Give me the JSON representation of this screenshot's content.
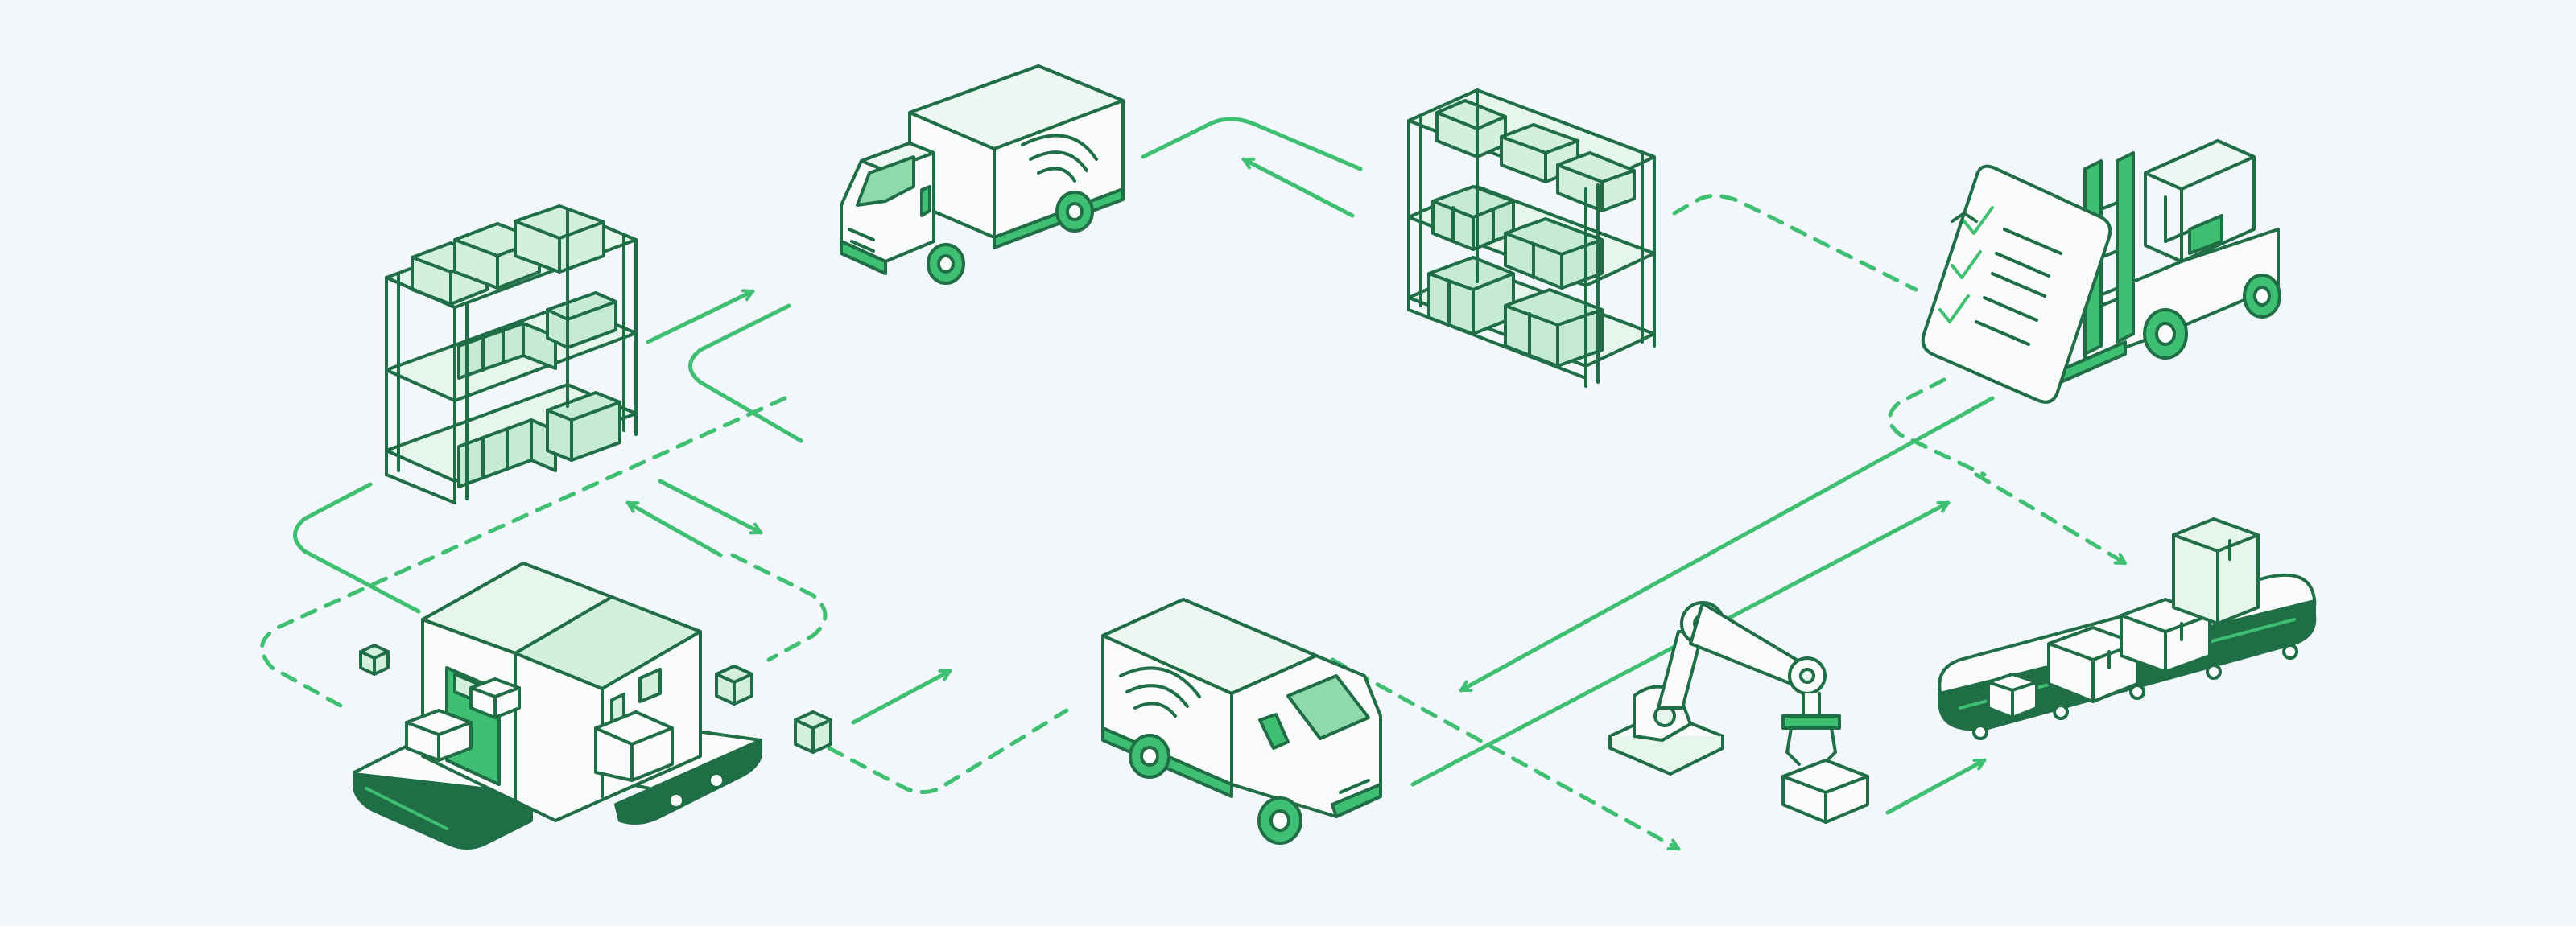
{
  "theme": {
    "background": "#f2f7fb",
    "stroke": "#1f6e46",
    "accent": "#3fbf72",
    "fill_light": "#e6f6ec",
    "fill_mid": "#c6ebd4",
    "fill_white": "#f9fcfa"
  },
  "nodes": [
    {
      "id": "storage-rack-left",
      "icon": "shelving-rack-icon"
    },
    {
      "id": "warehouse-building",
      "icon": "warehouse-icon"
    },
    {
      "id": "delivery-truck-top",
      "icon": "truck-wifi-icon"
    },
    {
      "id": "storage-rack-top",
      "icon": "shelving-rack-icon"
    },
    {
      "id": "checklist-forklift",
      "icon": "forklift-checklist-icon"
    },
    {
      "id": "delivery-truck-bottom",
      "icon": "truck-wifi-icon"
    },
    {
      "id": "robotic-arm",
      "icon": "robot-arm-icon"
    },
    {
      "id": "conveyor-belt",
      "icon": "conveyor-belt-icon"
    }
  ],
  "connectors": {
    "solid_flows": 10,
    "dashed_flows": 8
  }
}
